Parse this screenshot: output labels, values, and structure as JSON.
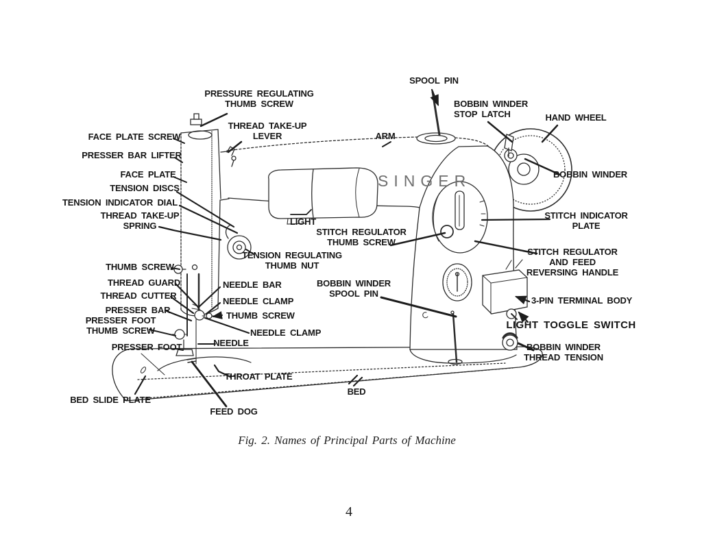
{
  "figure": {
    "brand": "SINGER",
    "caption": "Fig. 2. Names of Principal Parts of Machine",
    "page_number": "4"
  },
  "labels": [
    {
      "id": "pressure-regulating-thumb-screw",
      "text": "PRESSURE REGULATING\nTHUMB SCREW"
    },
    {
      "id": "thread-take-up-lever",
      "text": "THREAD TAKE-UP\nLEVER"
    },
    {
      "id": "face-plate-screw",
      "text": "FACE PLATE SCREW"
    },
    {
      "id": "presser-bar-lifter",
      "text": "PRESSER BAR LIFTER"
    },
    {
      "id": "face-plate",
      "text": "FACE PLATE"
    },
    {
      "id": "tension-discs",
      "text": "TENSION DISCS"
    },
    {
      "id": "tension-indicator-dial",
      "text": "TENSION INDICATOR DIAL"
    },
    {
      "id": "thread-take-up-spring",
      "text": "THREAD TAKE-UP\nSPRING"
    },
    {
      "id": "spool-pin",
      "text": "SPOOL PIN"
    },
    {
      "id": "arm",
      "text": "ARM"
    },
    {
      "id": "bobbin-winder-stop-latch",
      "text": "BOBBIN WINDER\nSTOP LATCH"
    },
    {
      "id": "hand-wheel",
      "text": "HAND WHEEL"
    },
    {
      "id": "bobbin-winder",
      "text": "BOBBIN WINDER"
    },
    {
      "id": "stitch-indicator-plate",
      "text": "STITCH INDICATOR\nPLATE"
    },
    {
      "id": "light",
      "text": "LIGHT"
    },
    {
      "id": "stitch-regulator-thumb-screw",
      "text": "STITCH REGULATOR\nTHUMB SCREW"
    },
    {
      "id": "tension-regulating-thumb-nut",
      "text": "TENSION REGULATING\nTHUMB NUT"
    },
    {
      "id": "stitch-regulator-and-feed-reversing-handle",
      "text": "STITCH REGULATOR\nAND FEED\nREVERSING HANDLE"
    },
    {
      "id": "thumb-screw",
      "text": "THUMB SCREW"
    },
    {
      "id": "thread-guard",
      "text": "THREAD GUARD"
    },
    {
      "id": "thread-cutter",
      "text": "THREAD CUTTER"
    },
    {
      "id": "presser-bar",
      "text": "PRESSER BAR"
    },
    {
      "id": "presser-foot-thumb-screw",
      "text": "PRESSER FOOT\nTHUMB SCREW"
    },
    {
      "id": "presser-foot",
      "text": "PRESSER FOOT"
    },
    {
      "id": "needle-bar",
      "text": "NEEDLE BAR"
    },
    {
      "id": "needle-clamp",
      "text": "NEEDLE CLAMP"
    },
    {
      "id": "needle-clamp-thumb-screw",
      "text": "THUMB SCREW"
    },
    {
      "id": "needle-clamp-2",
      "text": "NEEDLE CLAMP"
    },
    {
      "id": "needle",
      "text": "NEEDLE"
    },
    {
      "id": "bobbin-winder-spool-pin",
      "text": "BOBBIN WINDER\nSPOOL PIN"
    },
    {
      "id": "three-pin-terminal-body",
      "text": "3-PIN TERMINAL BODY"
    },
    {
      "id": "light-toggle-switch",
      "text": "LIGHT TOGGLE SWITCH"
    },
    {
      "id": "bobbin-winder-thread-tension",
      "text": "BOBBIN WINDER\nTHREAD TENSION"
    },
    {
      "id": "throat-plate",
      "text": "THROAT PLATE"
    },
    {
      "id": "bed-slide-plate",
      "text": "BED SLIDE PLATE"
    },
    {
      "id": "feed-dog",
      "text": "FEED DOG"
    },
    {
      "id": "bed",
      "text": "BED"
    }
  ]
}
